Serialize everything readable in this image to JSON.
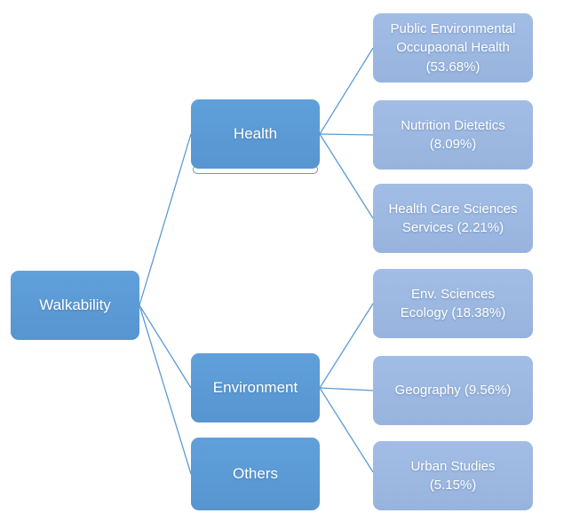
{
  "diagram": {
    "type": "tree",
    "root": {
      "label": "Walkability"
    },
    "branches": [
      {
        "label": "Health"
      },
      {
        "label": "Environment"
      },
      {
        "label": "Others"
      }
    ],
    "leaves": [
      {
        "lines": [
          "Public Environmental",
          "Occupaonal Health",
          "(53.68%)"
        ],
        "percent": "53.68%"
      },
      {
        "lines": [
          "Nutrition Dietetics",
          "(8.09%)"
        ],
        "percent": "8.09%"
      },
      {
        "lines": [
          "Health Care Sciences",
          "Services (2.21%)"
        ],
        "percent": "2.21%"
      },
      {
        "lines": [
          "Env. Sciences",
          "Ecology (18.38%)"
        ],
        "percent": "18.38%"
      },
      {
        "lines": [
          "Geography (9.56%)"
        ],
        "percent": "9.56%"
      },
      {
        "lines": [
          "Urban Studies",
          "(5.15%)"
        ],
        "percent": "5.15%"
      }
    ],
    "colors": {
      "branch_fill": "#5B9BD5",
      "leaf_fill": "#9CB8E1",
      "connector": "#5B9BD5",
      "text": "#FFFFFF",
      "background": "#FFFFFF"
    }
  }
}
